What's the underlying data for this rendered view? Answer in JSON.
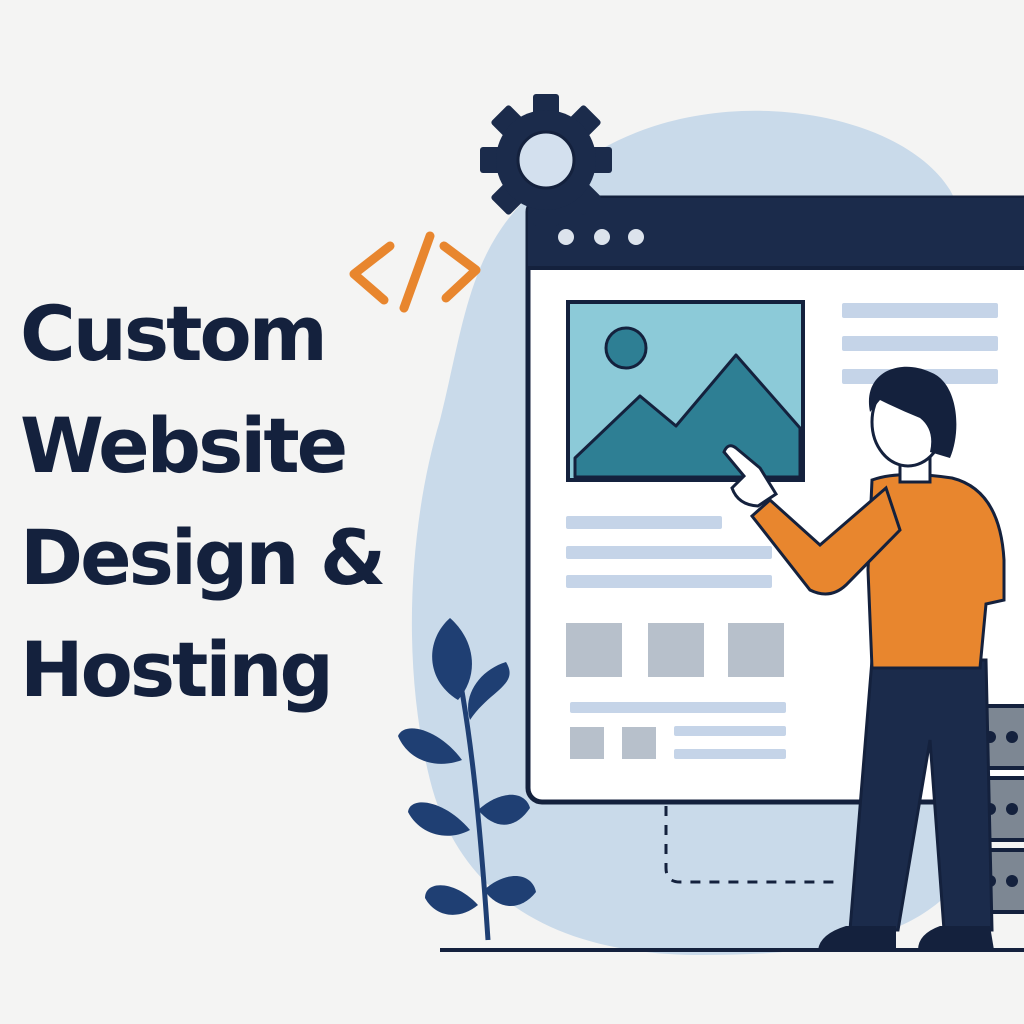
{
  "headline": {
    "line1": "Custom",
    "line2": "Website",
    "line3": "Design &",
    "line4": "Hosting"
  },
  "code_tag_text": "</>",
  "colors": {
    "background": "#f4f4f3",
    "navy": "#1b2b4b",
    "headline_text": "#14213d",
    "accent_orange": "#e8862e",
    "blob_blue": "#c9daea",
    "image_sky": "#8ccad8",
    "image_mountain": "#2e7f94",
    "placeholder_line": "#c5d4e8",
    "placeholder_block": "#b7c0cb",
    "server_gray": "#7d8793"
  },
  "icons": [
    "gear-icon",
    "code-tag-icon",
    "image-placeholder-icon",
    "server-stack-icon",
    "plant-icon",
    "person-illustration"
  ]
}
